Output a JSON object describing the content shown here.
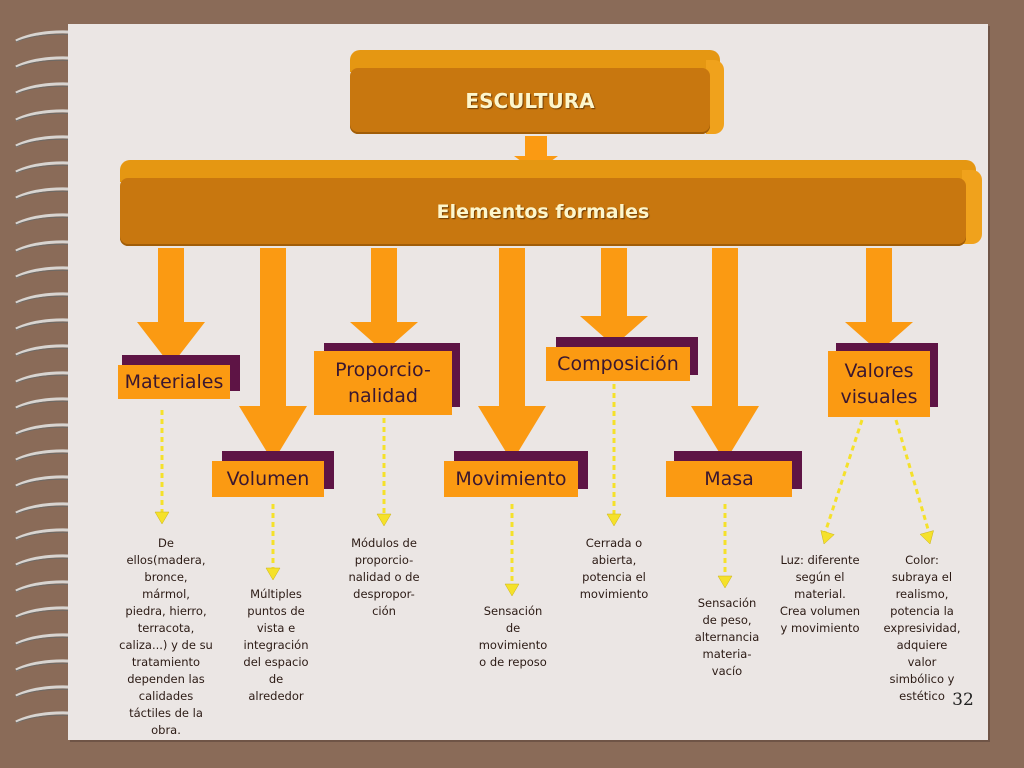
{
  "diagram": {
    "title": "ESCULTURA",
    "subtitle": "Elementos formales",
    "elements": [
      {
        "label": "Materiales",
        "desc": [
          "De",
          "ellos(madera,",
          "bronce,",
          "mármol,",
          "piedra, hierro,",
          "terracota,",
          "caliza...) y de su",
          "tratamiento",
          "dependen las",
          "calidades",
          "táctiles de la",
          "obra."
        ]
      },
      {
        "label": "Volumen",
        "desc": [
          "Múltiples",
          "puntos de",
          "vista e",
          "integración",
          "del espacio",
          "de",
          "alrededor"
        ]
      },
      {
        "label": [
          "Proporcio-",
          "nalidad"
        ],
        "desc": [
          "Módulos de",
          "proporcio-",
          "nalidad o de",
          "despropor-",
          "ción"
        ]
      },
      {
        "label": "Movimiento",
        "desc": [
          "Sensación",
          "de",
          "movimiento",
          "o de reposo"
        ]
      },
      {
        "label": "Composición",
        "desc": [
          "Cerrada o",
          "abierta,",
          "potencia el",
          "movimiento"
        ]
      },
      {
        "label": "Masa",
        "desc": [
          "Sensación",
          "de peso,",
          "alternancia",
          "materia-",
          "vacío"
        ]
      },
      {
        "label": [
          "Valores",
          "visuales"
        ],
        "desc_luz": [
          "Luz: diferente",
          "según el",
          "material.",
          "Crea volumen",
          "y movimiento"
        ],
        "desc_color": [
          "Color:",
          "subraya el",
          "realismo,",
          "potencia la",
          "expresividad,",
          "adquiere",
          "valor",
          "simbólico y",
          "estético"
        ]
      }
    ]
  },
  "page_number": "32",
  "colors": {
    "background": "#8a6b58",
    "page": "#ebe6e4",
    "box": "#c8770f",
    "label": "#fb9a12",
    "label_shadow": "#5e1445",
    "arrow": "#fb9a12",
    "dashed_arrow": "#f5e12a"
  }
}
